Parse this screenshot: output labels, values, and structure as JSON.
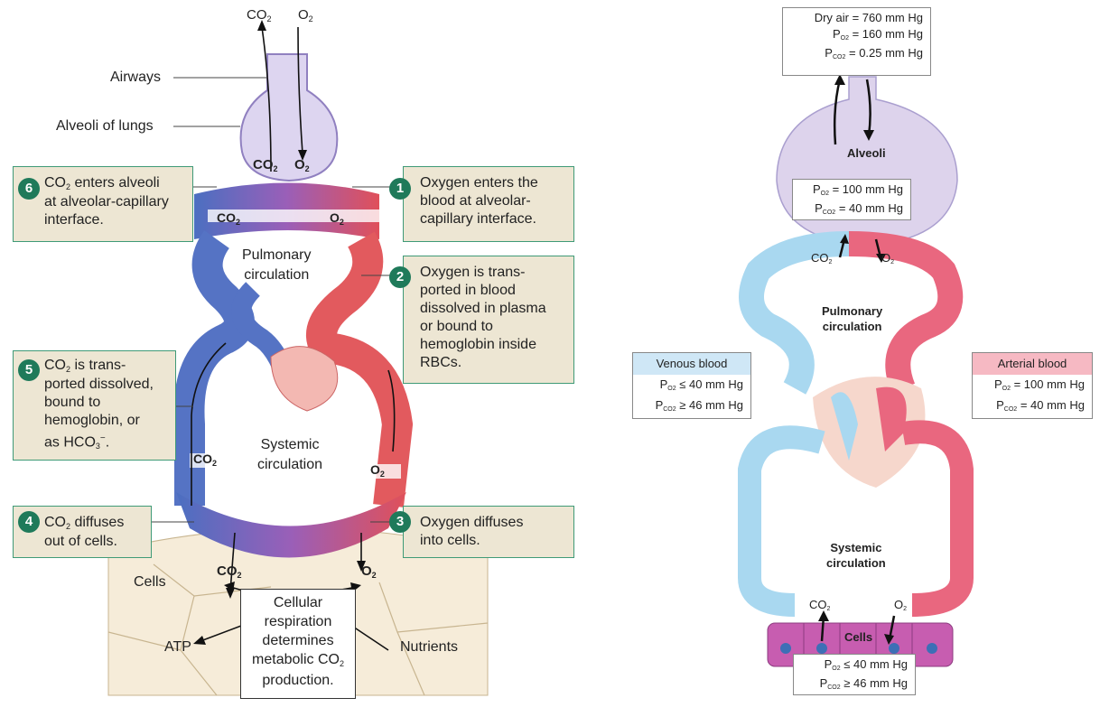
{
  "left": {
    "top_co2": "CO",
    "top_o2": "O",
    "airways": "Airways",
    "alveoli": "Alveoli of lungs",
    "alv_co2": "CO",
    "alv_o2": "O",
    "pulm_co2": "CO",
    "pulm_o2": "O",
    "pulmonary": [
      "Pulmonary",
      "circulation"
    ],
    "systemic": [
      "Systemic",
      "circulation"
    ],
    "sys_co2": "CO",
    "sys_o2": "O",
    "cells": "Cells",
    "cells_co2": "CO",
    "cells_o2": "O",
    "atp": "ATP",
    "nutrients": "Nutrients",
    "respiration": [
      "Cellular",
      "respiration",
      "determines",
      "metabolic CO",
      "production."
    ],
    "steps": [
      {
        "num": "1",
        "lines": [
          "Oxygen enters the",
          "blood at alveolar-",
          "capillary interface."
        ]
      },
      {
        "num": "2",
        "lines": [
          "Oxygen is trans-",
          "ported in blood",
          "dissolved in plasma",
          "or bound to",
          "hemoglobin inside",
          "RBCs."
        ]
      },
      {
        "num": "3",
        "lines": [
          "Oxygen diffuses",
          "into cells."
        ]
      },
      {
        "num": "4",
        "lines": [
          "CO",
          " diffuses",
          "out of cells."
        ]
      },
      {
        "num": "5",
        "lines": [
          "CO",
          " is trans-",
          "ported dissolved,",
          "bound to",
          "hemoglobin, or",
          "as HCO",
          "."
        ]
      },
      {
        "num": "6",
        "lines": [
          "CO",
          " enters alveoli",
          "at alveolar-capillary",
          "interface."
        ]
      }
    ]
  },
  "right": {
    "top_box": [
      "Dry air = 760 mm Hg",
      "= 160 mm Hg",
      "= 0.25 mm Hg"
    ],
    "alveoli": "Alveoli",
    "alv_box": [
      "= 100 mm Hg",
      "= 40 mm Hg"
    ],
    "co2": "CO",
    "o2": "O",
    "pulmonary": [
      "Pulmonary",
      "circulation"
    ],
    "systemic": [
      "Systemic",
      "circulation"
    ],
    "venous": {
      "title": "Venous blood",
      "lines": [
        "≤ 40 mm Hg",
        "≥ 46 mm Hg"
      ]
    },
    "arterial": {
      "title": "Arterial blood",
      "lines": [
        "= 100 mm Hg",
        "= 40 mm Hg"
      ]
    },
    "cells": "Cells",
    "cells_box": [
      "≤ 40 mm Hg",
      "≥ 46 mm Hg"
    ],
    "colors": {
      "venous": "#a9d8f0",
      "arterial": "#f4aab8"
    }
  },
  "glyphs": {
    "p": "P",
    "sub_o2": "O",
    "sub_co2": "CO",
    "two": "2",
    "three": "3",
    "minus": "−"
  }
}
